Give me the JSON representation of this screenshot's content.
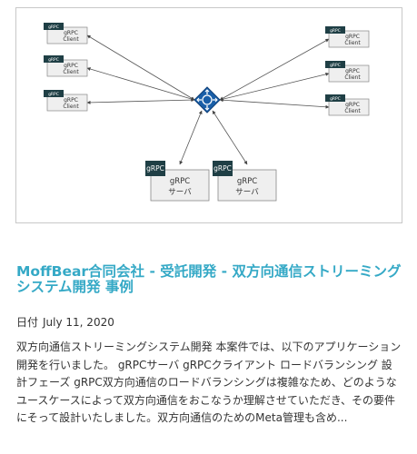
{
  "diagram": {
    "client_badge": "gRPC",
    "client_label_line1": "gRPC",
    "client_label_line2": "Client",
    "server_badge": "gRPC",
    "server_label_line1": "gRPC",
    "server_label_line2": "サーバ",
    "accent": "#1a5fa8",
    "badge_color": "#1f3f45",
    "client_count_left": 3,
    "client_count_right": 3,
    "server_count": 2
  },
  "article": {
    "title": "MoffBear合同会社 - 受託開発 - 双方向通信ストリーミングシステム開発 事例",
    "date_label": "日付",
    "date_value": "July 11, 2020",
    "body": "双方向通信ストリーミングシステム開発 本案件では、以下のアプリケーション開発を行いました。 gRPCサーバ gRPCクライアント ロードバランシング 設計フェーズ gRPC双方向通信のロードバランシングは複雑なため、どのようなユースケースによって双方向通信をおこなうか理解させていただき、その要件にそって設計いたしました。双方向通信のためのMeta管理も含め..."
  }
}
